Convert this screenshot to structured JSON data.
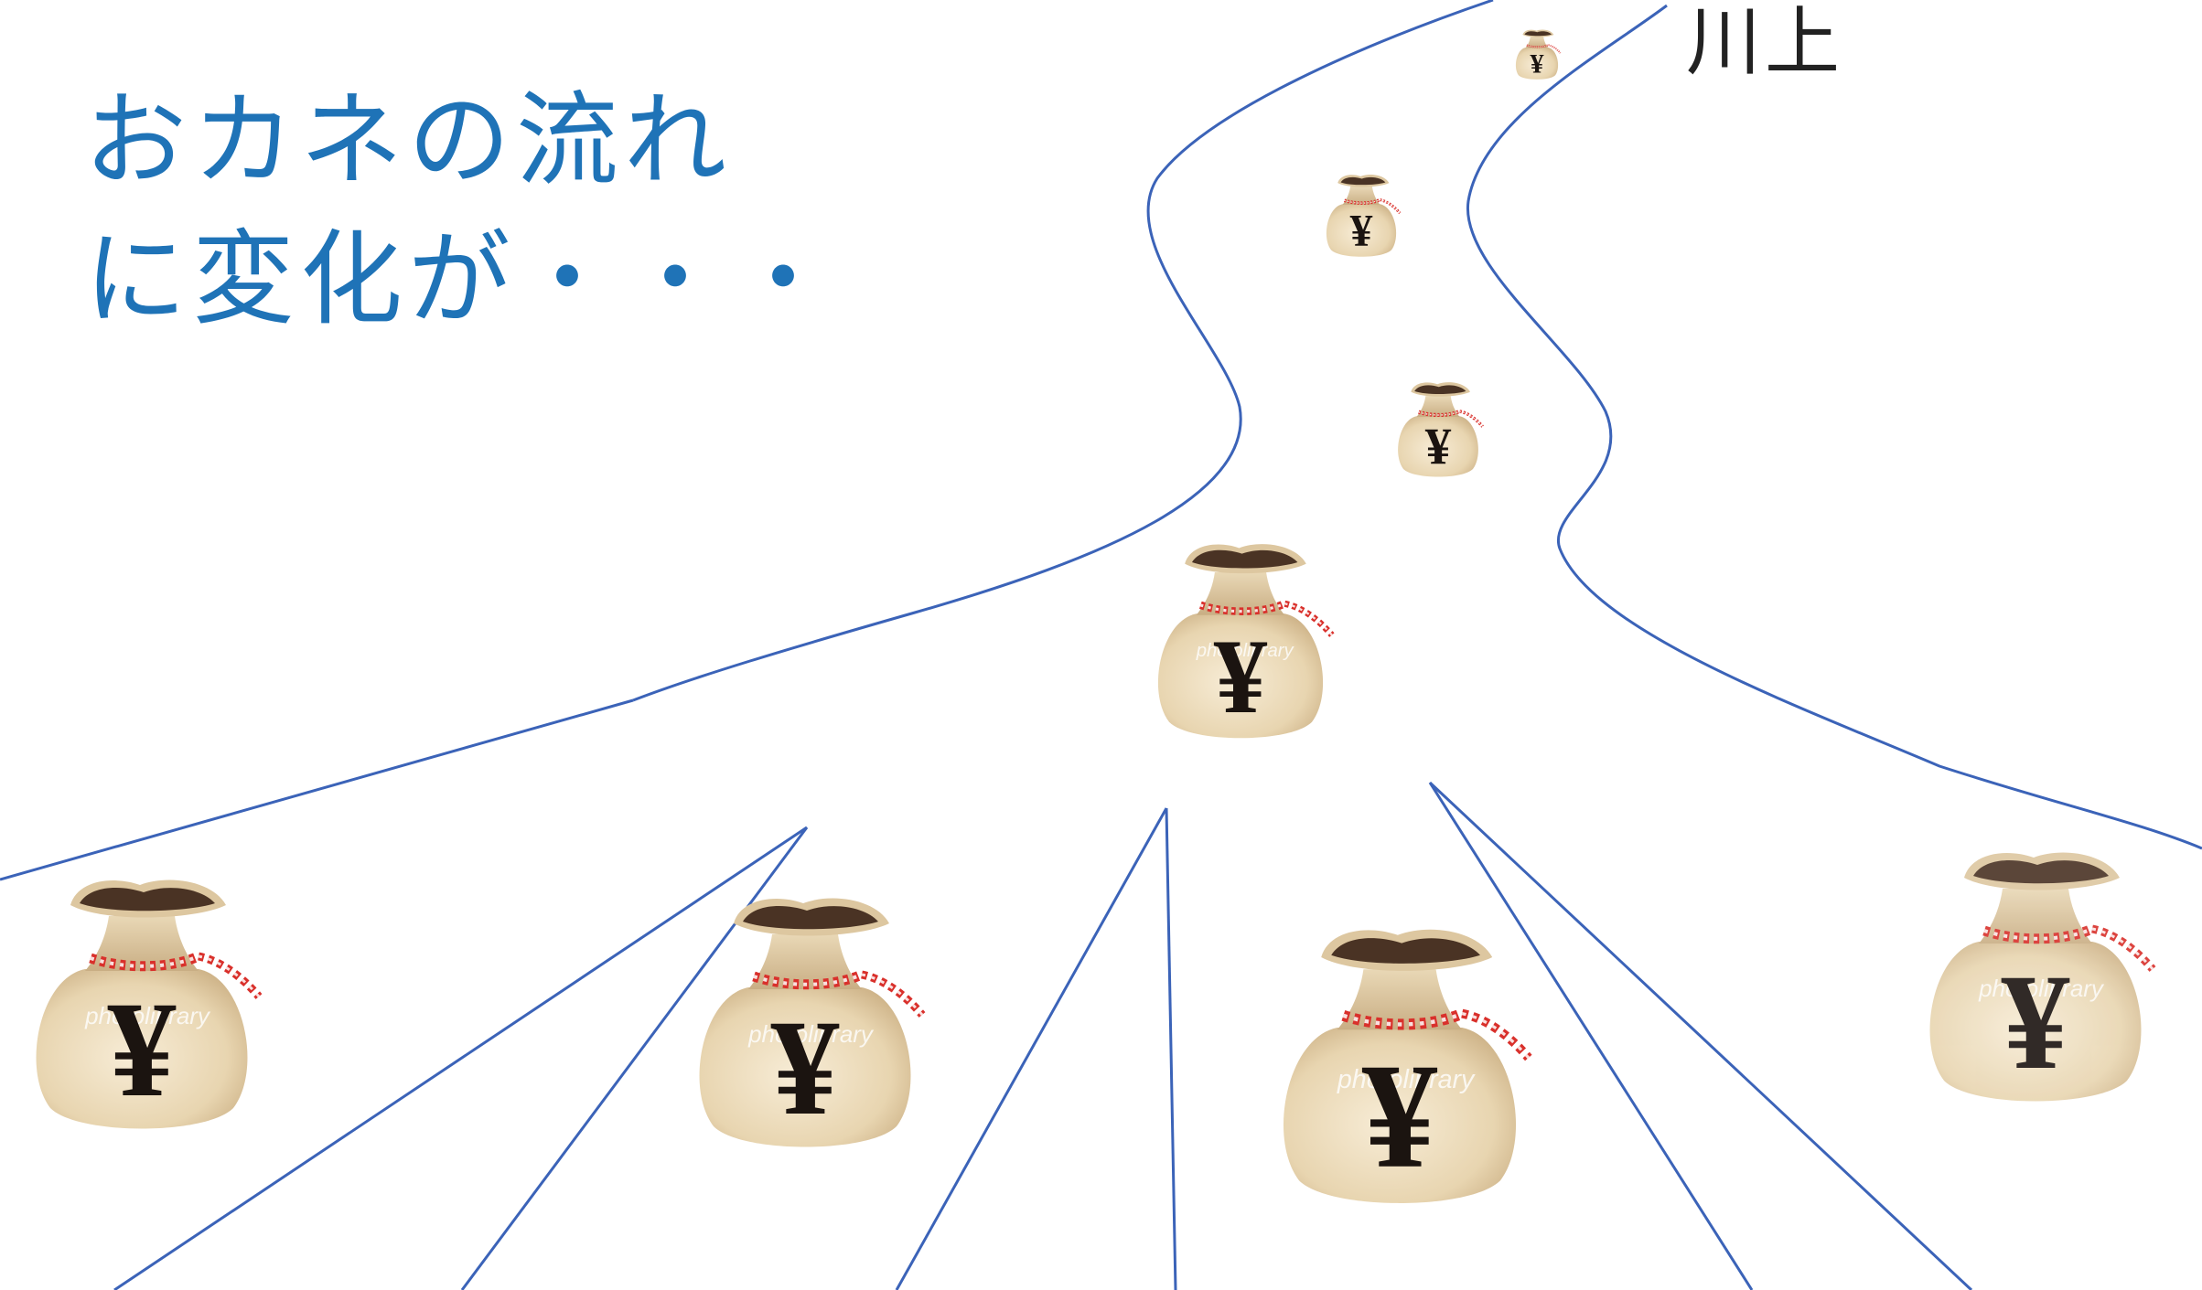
{
  "title": {
    "line1": "おカネの流れ",
    "line2": "に変化が・・・"
  },
  "upstream_label": "川上",
  "bag": {
    "symbol": "¥",
    "watermark": "photolibrary"
  },
  "colors": {
    "title": "#1f73b7",
    "river_line": "#3b63b8",
    "bag_body": "#ead9b8",
    "bag_neck": "#d8c29b",
    "bag_opening": "#4a3324",
    "bag_rope": "#d9302b",
    "yen": "#1b1410"
  }
}
